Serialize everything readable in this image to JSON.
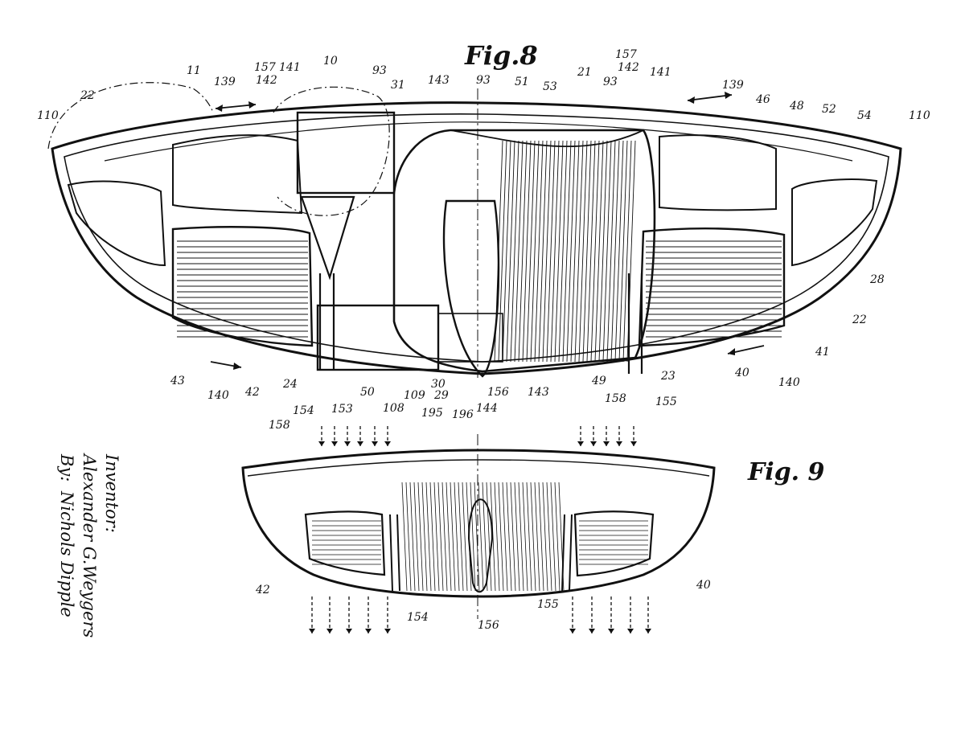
{
  "figures": {
    "fig8": {
      "title": "Fig.8"
    },
    "fig9": {
      "title": "Fig. 9"
    }
  },
  "fig8_labels": [
    "11",
    "22",
    "110",
    "139",
    "157",
    "141",
    "142",
    "10",
    "93",
    "31",
    "143",
    "93",
    "51",
    "53",
    "21",
    "93",
    "157",
    "142",
    "141",
    "139",
    "46",
    "48",
    "52",
    "54",
    "110",
    "28",
    "22",
    "41",
    "40",
    "140",
    "140",
    "43",
    "42",
    "24",
    "154",
    "158",
    "153",
    "50",
    "108",
    "109",
    "195",
    "196",
    "29",
    "30",
    "144",
    "156",
    "143",
    "49",
    "158",
    "155",
    "23"
  ],
  "fig9_labels": [
    "42",
    "154",
    "156",
    "155",
    "40"
  ],
  "inventor": {
    "label": "Inventor:",
    "name": "Alexander G.Weygers",
    "by": "By:",
    "signature": "Nichols Dipple"
  }
}
